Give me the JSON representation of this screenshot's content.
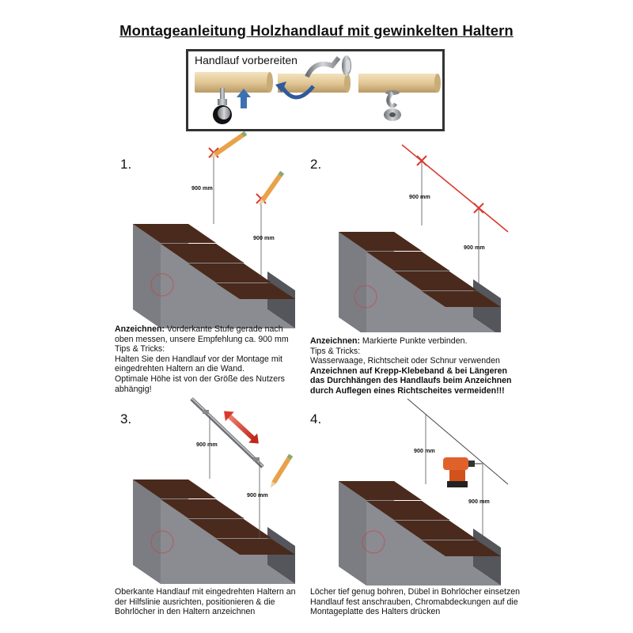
{
  "title": "Montageanleitung Holzhandlauf mit gewinkelten Haltern",
  "prep": {
    "label": "Handlauf vorbereiten"
  },
  "measure_label": "900 mm",
  "steps": [
    {
      "number": "1.",
      "lead": "Anzeichnen:",
      "text1": " Vorderkante Stufe gerade nach oben messen, unsere Empfehlung ca. 900 mm",
      "tips": "Tips & Tricks:",
      "text2": "Halten Sie den Handlauf vor der Montage mit eingedrehten Haltern an die Wand.",
      "text3": "Optimale Höhe ist von der Größe des Nutzers abhängig!"
    },
    {
      "number": "2.",
      "lead": "Anzeichnen:",
      "text1": " Markierte Punkte verbinden.",
      "tips": "Tips & Tricks:",
      "text2": "Wasserwaage, Richtscheit oder Schnur verwenden",
      "bold": "Anzeichnen auf Krepp-Klebeband & bei Längeren das Durchhängen des Handlaufs beim Anzeichnen durch Auflegen eines Richtscheites vermeiden!!!"
    },
    {
      "number": "3.",
      "text1": "Oberkante Handlauf mit eingedrehten Haltern an der Hilfslinie ausrichten, positionieren & die Bohrlöcher in den Haltern anzeichnen"
    },
    {
      "number": "4.",
      "text1": "Löcher tief genug bohren, Dübel in Bohrlöcher einsetzen Handlauf fest anschrauben, Chromabdeckungen auf die Montageplatte des Halters drücken"
    }
  ],
  "colors": {
    "stair_stone": "#8a8c91",
    "stair_dark": "#5b5d62",
    "tread_wood": "#4a2a1c",
    "red_line": "#d83a2e",
    "wood": "#dcc18e",
    "steel": "#9a9da2"
  }
}
